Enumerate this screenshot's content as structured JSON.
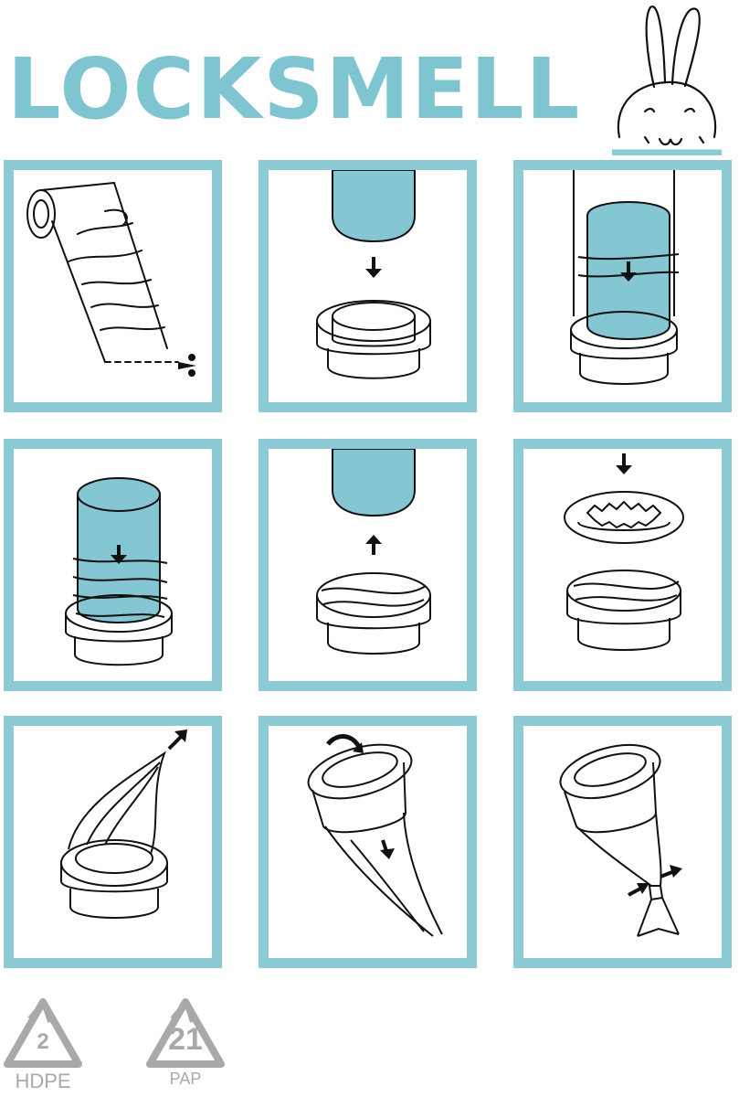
{
  "brand": {
    "title": "LOCKSMELL",
    "color": "#7fc5d1",
    "panel_border_color": "#8ccbd5"
  },
  "mascot": {
    "icon": "rabbit-icon"
  },
  "steps": [
    {
      "name": "roll-bag-cut",
      "icon": "roll-scissors-icon"
    },
    {
      "name": "cylinder-above-ring",
      "icon": "cylinder-down-icon"
    },
    {
      "name": "ring-on-cylinder",
      "icon": "ring-slide-icon"
    },
    {
      "name": "bag-over-cylinder",
      "icon": "bag-cylinder-icon"
    },
    {
      "name": "cylinder-lift",
      "icon": "cylinder-up-icon"
    },
    {
      "name": "lid-place",
      "icon": "lid-down-icon"
    },
    {
      "name": "pull-bag-up",
      "icon": "pull-up-icon"
    },
    {
      "name": "invert-bag",
      "icon": "invert-icon"
    },
    {
      "name": "tie-bag",
      "icon": "tie-icon"
    }
  ],
  "recycling": [
    {
      "code": "2",
      "label": "HDPE"
    },
    {
      "code": "21",
      "label": "PAP"
    }
  ]
}
